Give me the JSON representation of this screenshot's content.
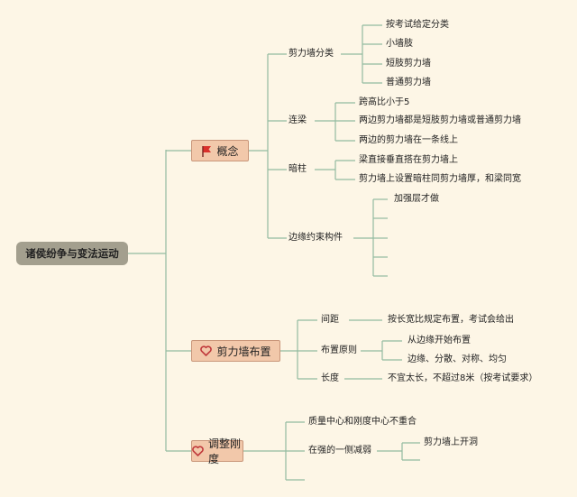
{
  "root": "诸侯纷争与变法运动",
  "concept": {
    "label": "概念",
    "icon": "red-flag-icon",
    "shear_wall_types": {
      "label": "剪力墙分类",
      "items": [
        "按考试给定分类",
        "小墙肢",
        "短肢剪力墙",
        "普通剪力墙"
      ]
    },
    "coupling_beam": {
      "label": "连梁",
      "items": [
        "跨高比小于5",
        "两边剪力墙都是短肢剪力墙或普通剪力墙",
        "两边的剪力墙在一条线上"
      ]
    },
    "hidden_column": {
      "label": "暗柱",
      "items": [
        "梁直接垂直搭在剪力墙上",
        "剪力墙上设置暗柱同剪力墙厚，和梁同宽"
      ]
    },
    "edge_member": {
      "label": "边缘约束构件",
      "items": [
        "加强层才做",
        "",
        "",
        "",
        ""
      ]
    }
  },
  "layout": {
    "label": "剪力墙布置",
    "icon": "heart-icon",
    "spacing": {
      "label": "间距",
      "detail": "按长宽比规定布置，考试会给出"
    },
    "principle": {
      "label": "布置原则",
      "items": [
        "从边缘开始布置",
        "边缘、分散、对称、均匀"
      ]
    },
    "length": {
      "label": "长度",
      "detail": "不宜太长，不超过8米（按考试要求）"
    }
  },
  "stiffness": {
    "label": "调整刚度",
    "icon": "heart-icon",
    "mass_center": "质量中心和刚度中心不重合",
    "weaken": {
      "label": "在强的一侧减弱",
      "items": [
        "剪力墙上开洞"
      ]
    }
  },
  "colors": {
    "background": "#fdf6e6",
    "connector": "#93bba0",
    "root_fill": "#a39f8e",
    "topic_fill": "#f2c8aa",
    "flag": "#d9302c",
    "heart": "#c0393b"
  }
}
